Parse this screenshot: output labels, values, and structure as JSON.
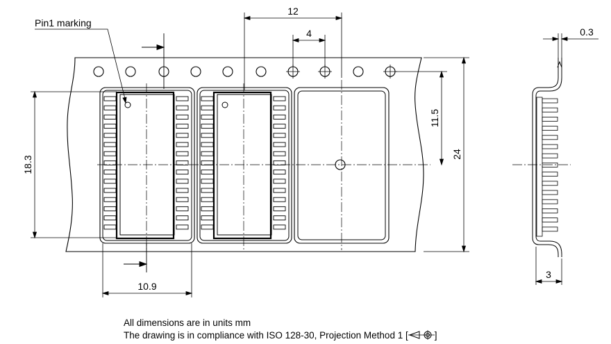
{
  "labels": {
    "pin1_marking": "Pin1 marking",
    "pitch_total": "12",
    "pitch_hole": "4",
    "thickness": "0.3",
    "offset": "11.5",
    "tape_width": "24",
    "pocket_height": "18.3",
    "pocket_width": "10.9",
    "depth": "3"
  },
  "notes": {
    "line1": "All dimensions are in units mm",
    "line2_prefix": "The drawing is in compliance with ISO 128-30, Projection Method 1 [",
    "line2_suffix": "]"
  },
  "projection_symbol": "first-angle-projection-icon"
}
